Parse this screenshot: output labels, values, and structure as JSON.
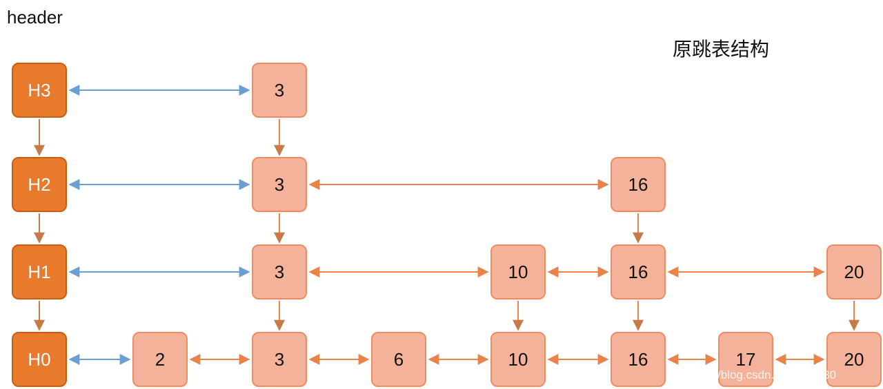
{
  "header_label": "header",
  "title": "原跳表结构",
  "watermark": "/blog.csdn.n          36433780",
  "colors": {
    "head_fill": "#e87a2c",
    "node_fill": "#f5b29a",
    "link_blue": "#6a9fd3",
    "link_orange": "#e9834a",
    "down_arrow": "#c77a48"
  },
  "levels": [
    {
      "head": "H3",
      "nodes": [
        "3"
      ]
    },
    {
      "head": "H2",
      "nodes": [
        "3",
        "16"
      ]
    },
    {
      "head": "H1",
      "nodes": [
        "3",
        "10",
        "16",
        "20"
      ]
    },
    {
      "head": "H0",
      "nodes": [
        "2",
        "3",
        "6",
        "10",
        "16",
        "17",
        "20"
      ]
    }
  ]
}
